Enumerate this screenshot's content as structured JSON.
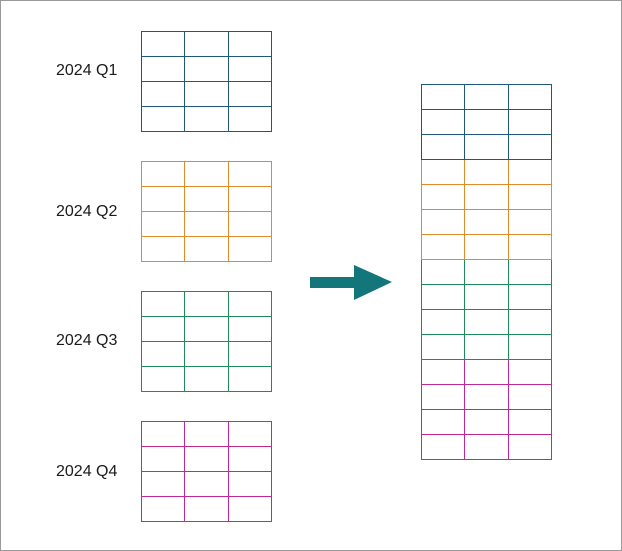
{
  "colors": {
    "q1": "#1e5a78",
    "q2": "#e08a2a",
    "q3": "#1f8a5a",
    "q4": "#c0289a",
    "arrow": "#12767a"
  },
  "quarters": [
    {
      "key": "q1",
      "label": "2024 Q1",
      "rows": 4,
      "cols": 3
    },
    {
      "key": "q2",
      "label": "2024 Q2",
      "rows": 4,
      "cols": 3
    },
    {
      "key": "q3",
      "label": "2024 Q3",
      "rows": 4,
      "cols": 3
    },
    {
      "key": "q4",
      "label": "2024 Q4",
      "rows": 4,
      "cols": 3
    }
  ],
  "combined": {
    "segments": [
      {
        "key": "q1",
        "rows": 3,
        "cols": 3
      },
      {
        "key": "q2",
        "rows": 4,
        "cols": 3
      },
      {
        "key": "q3",
        "rows": 4,
        "cols": 3
      },
      {
        "key": "q4",
        "rows": 4,
        "cols": 3
      }
    ]
  },
  "icons": {
    "arrow": "arrow-right-icon"
  }
}
